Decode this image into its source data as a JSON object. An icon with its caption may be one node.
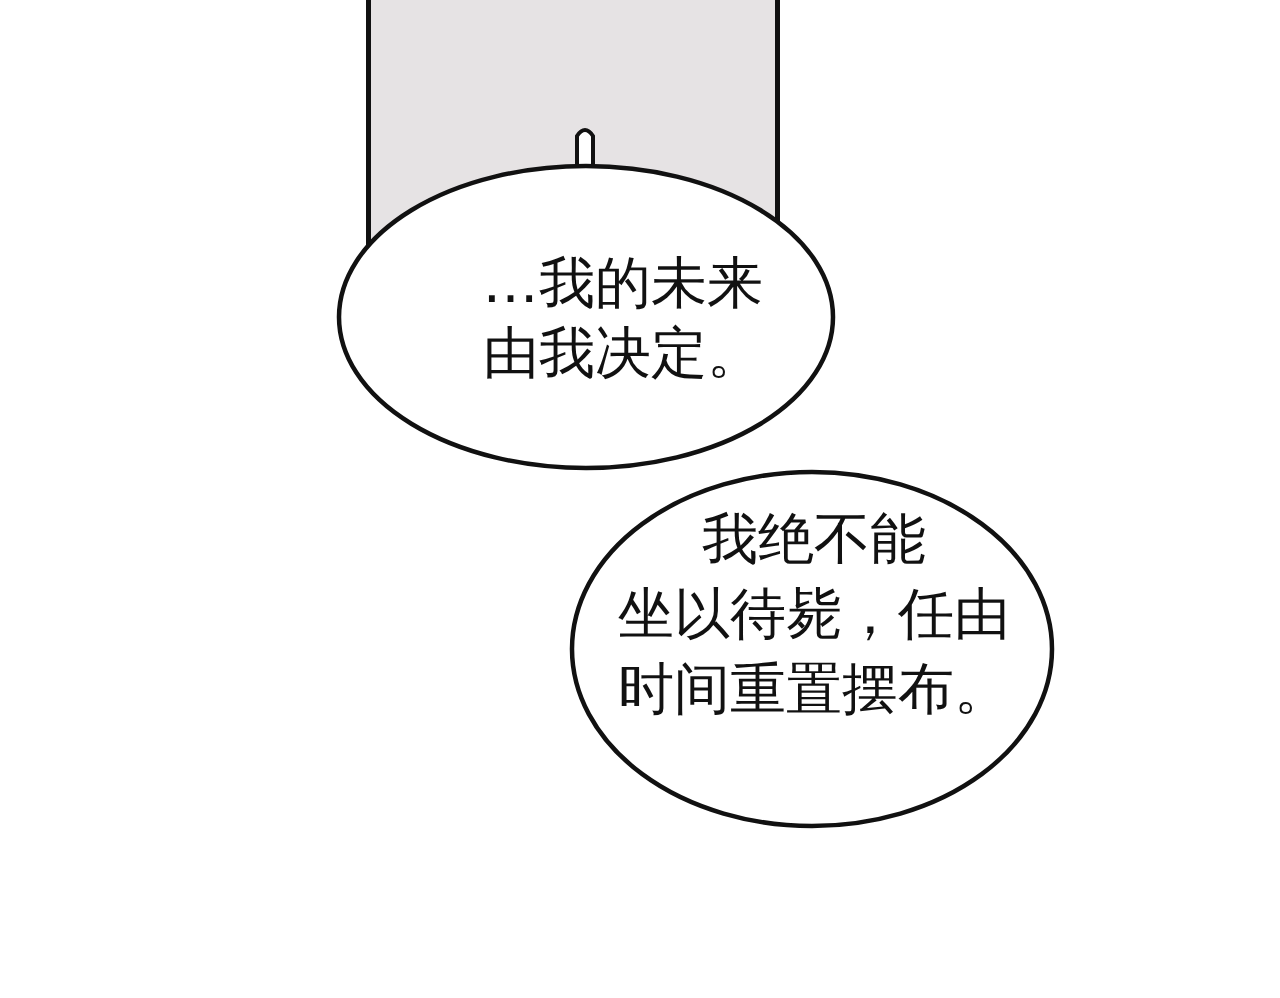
{
  "diagram": {
    "nodes": [
      {
        "text": [],
        "shape": "box"
      },
      {
        "text": [
          "…我的未来由我决定。"
        ]
      },
      {
        "text": [
          "我绝不能坐以待毙，任由时间重置摆布。"
        ]
      }
    ]
  }
}
